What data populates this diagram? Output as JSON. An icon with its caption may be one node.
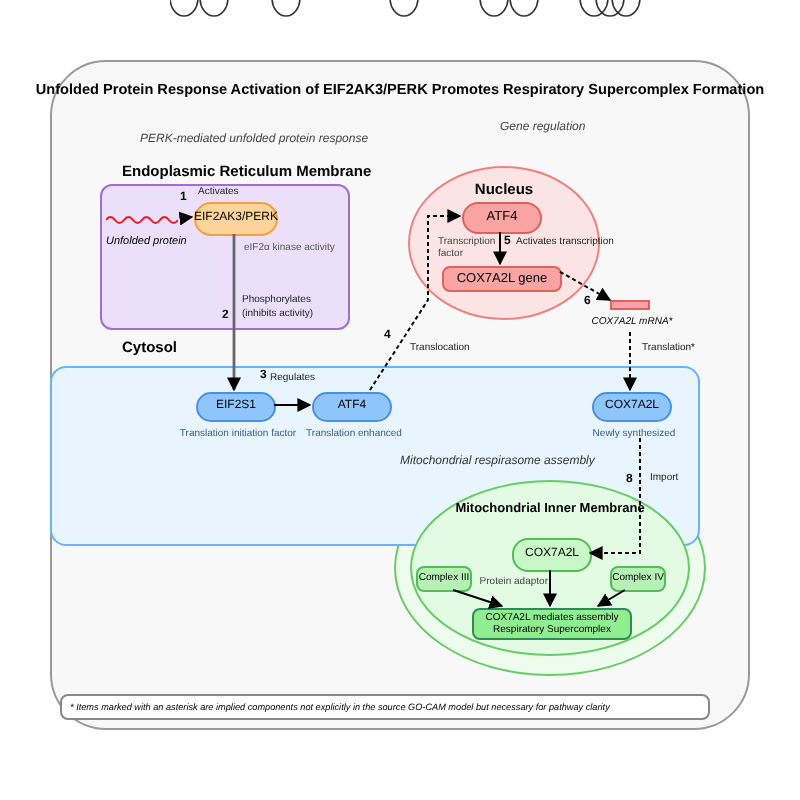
{
  "diagram": {
    "title": "Unfolded Protein Response Activation of EIF2AK3/PERK Promotes Respiratory Supercomplex Formation",
    "nodes": [
      {
        "text": [
          "Endoplasmic Reticulum Membrane"
        ]
      },
      {
        "text": [
          "EIF2AK3/PERK"
        ],
        "in": 0,
        "beside": [
          "eIF2α kinase activity"
        ]
      },
      {
        "text": [
          "Unfolded protein"
        ],
        "in": 0
      },
      {
        "text": [
          "Nucleus"
        ]
      },
      {
        "text": [
          "ATF4"
        ],
        "in": 3,
        "beside": [
          "Transcription factor"
        ]
      },
      {
        "text": [
          "COX7A2L gene"
        ],
        "in": 3
      },
      {
        "text": [
          "Cytosol"
        ]
      },
      {
        "text": [
          "EIF2S1"
        ],
        "in": 6,
        "beside": [
          "Translation initiation factor"
        ]
      },
      {
        "text": [
          "ATF4"
        ],
        "in": 6,
        "beside": [
          "Translation enhanced"
        ]
      },
      {
        "text": [
          "COX7A2L"
        ],
        "in": 6,
        "beside": [
          "Newly synthesized"
        ]
      },
      {
        "text": [],
        "shape": "box",
        "beside": [
          "COX7A2L mRNA*"
        ]
      },
      {
        "text": [
          "Mitochondrial Inner Membrane"
        ]
      },
      {
        "text": [
          "COX7A2L"
        ],
        "in": 11,
        "beside": [
          "Protein adaptor"
        ]
      },
      {
        "text": [
          "Complex III"
        ],
        "in": 11
      },
      {
        "text": [
          "Complex IV"
        ],
        "in": 11
      },
      {
        "text": [
          "COX7A2L mediates assembly",
          "Respiratory Supercomplex"
        ],
        "in": 11
      }
    ],
    "edges": [
      {
        "from": 2,
        "to": 1,
        "arrow": "to",
        "label": "Activates"
      },
      {
        "from": 1,
        "to": 7,
        "arrow": "to",
        "label": "Phosphorylates (inhibits activity)",
        "color": "#666666"
      },
      {
        "from": 7,
        "to": 8,
        "arrow": "to",
        "label": "Regulates"
      },
      {
        "from": 8,
        "to": 4,
        "arrow": "to",
        "label": "Translocation",
        "style": "dashed"
      },
      {
        "from": 4,
        "to": 5,
        "arrow": "to",
        "label": "Activates transcription"
      },
      {
        "from": 5,
        "to": 10,
        "arrow": "to",
        "style": "dashed"
      },
      {
        "from": 10,
        "to": 9,
        "arrow": "to",
        "label": "Translation*",
        "style": "dashed"
      },
      {
        "from": 9,
        "to": 12,
        "arrow": "to",
        "label": "Import",
        "style": "dashed"
      },
      {
        "from": 13,
        "to": 15,
        "arrow": "to"
      },
      {
        "from": 12,
        "to": 15,
        "arrow": "to"
      },
      {
        "from": 14,
        "to": 15,
        "arrow": "to"
      }
    ],
    "labels": [
      "PERK-mediated unfolded protein response",
      "Gene regulation",
      "1",
      "2",
      "5",
      "6",
      "3",
      "4",
      "Mitochondrial respirasome assembly",
      "8",
      "* Items marked with an asterisk are implied components not explicitly in the source GO-CAM model but necessary for pathway clarity"
    ]
  }
}
